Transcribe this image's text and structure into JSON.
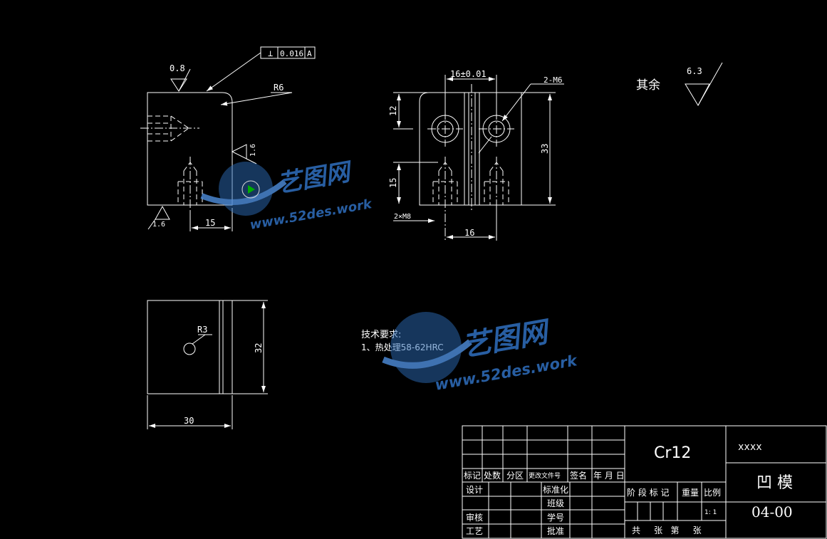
{
  "front_view": {
    "surface_top": "0.8",
    "flatness_symbol": "⊥",
    "flatness_value": "0.016",
    "flatness_datum": "A",
    "radius": "R6",
    "surface_right": "1.6",
    "surface_bottom": "1.6",
    "dim_15": "15"
  },
  "side_view": {
    "dim_top": "16±0.01",
    "thread_top": "2-M6",
    "dim_12": "12",
    "dim_15": "15",
    "dim_33": "33",
    "thread_bottom": "2×M8",
    "dim_16": "16"
  },
  "top_view": {
    "radius": "R3",
    "dim_32": "32",
    "dim_30": "30"
  },
  "roughness_note": {
    "label": "其余",
    "value": "6.3"
  },
  "tech_req": {
    "title": "技术要求:",
    "item1": "1、热处理58-62HRC"
  },
  "title_block": {
    "h_mark": "标记",
    "h_count": "处数",
    "h_zone": "分区",
    "h_change": "更改文件号",
    "h_sign": "签名",
    "h_date": "年 月 日",
    "design": "设计",
    "standard": "标准化",
    "class": "班级",
    "review": "审核",
    "student_no": "学号",
    "process": "工艺",
    "approve": "批准",
    "material": "Cr12",
    "stage_label": "阶 段 标 记",
    "weight_label": "重量",
    "ratio_label": "比例",
    "ratio_value": "1: 1",
    "sheets": "共     张   第     张",
    "company": "xxxx",
    "part_name": "凹 模",
    "drawing_no": "04-00"
  },
  "watermark": {
    "brand": "艺图网",
    "url": "www.52des.work"
  }
}
